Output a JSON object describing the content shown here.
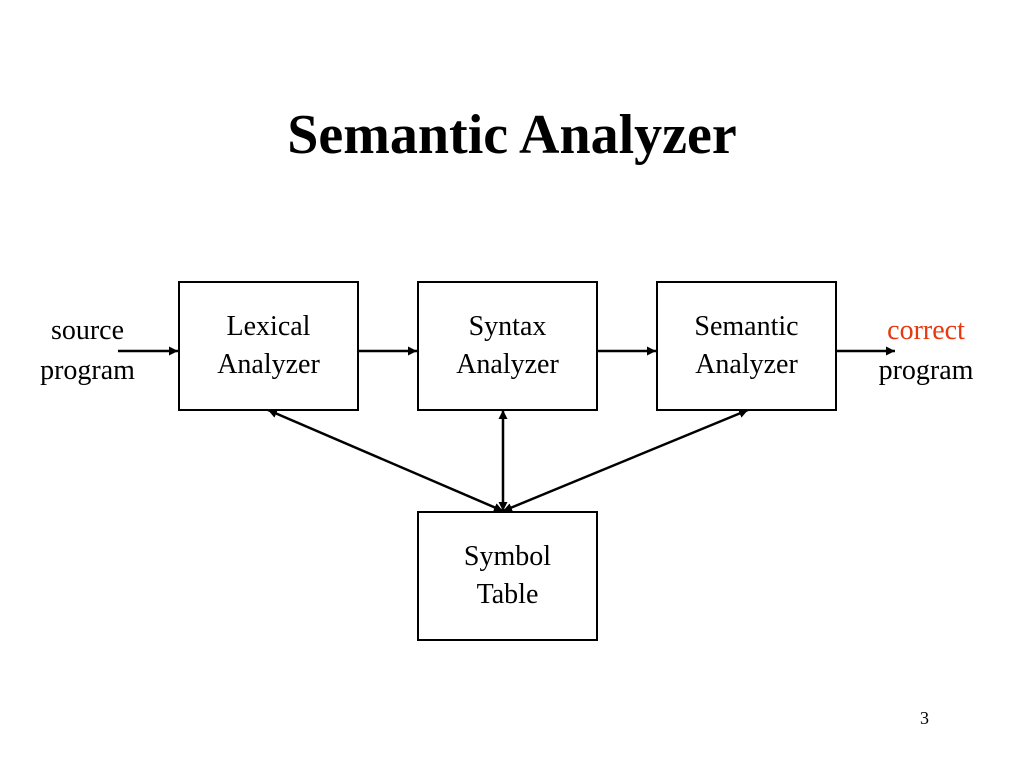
{
  "slide": {
    "title": "Semantic Analyzer",
    "page_number": "3"
  },
  "input": {
    "line1": "source",
    "line2": "program"
  },
  "output": {
    "line1": "correct",
    "line2": "program",
    "highlight_color": "#e8380d"
  },
  "boxes": {
    "lexical": {
      "line1": "Lexical",
      "line2": "Analyzer"
    },
    "syntax": {
      "line1": "Syntax",
      "line2": "Analyzer"
    },
    "semantic": {
      "line1": "Semantic",
      "line2": "Analyzer"
    },
    "symbol_table": {
      "line1": "Symbol",
      "line2": "Table"
    }
  },
  "colors": {
    "stroke": "#000000",
    "background": "#ffffff"
  }
}
